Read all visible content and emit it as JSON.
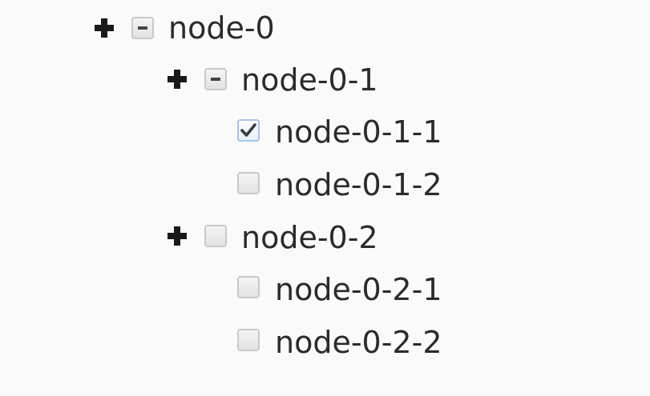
{
  "tree": {
    "nodes": [
      {
        "label": "node-0",
        "depth": 0,
        "has_expander": true,
        "expander_icon": "plus-icon",
        "checkbox_state": "indeterminate"
      },
      {
        "label": "node-0-1",
        "depth": 1,
        "has_expander": true,
        "expander_icon": "plus-icon",
        "checkbox_state": "indeterminate"
      },
      {
        "label": "node-0-1-1",
        "depth": 2,
        "has_expander": false,
        "checkbox_state": "checked"
      },
      {
        "label": "node-0-1-2",
        "depth": 2,
        "has_expander": false,
        "checkbox_state": "unchecked"
      },
      {
        "label": "node-0-2",
        "depth": 1,
        "has_expander": true,
        "expander_icon": "plus-icon",
        "checkbox_state": "unchecked"
      },
      {
        "label": "node-0-2-1",
        "depth": 2,
        "has_expander": false,
        "checkbox_state": "unchecked"
      },
      {
        "label": "node-0-2-2",
        "depth": 2,
        "has_expander": false,
        "checkbox_state": "unchecked"
      }
    ]
  },
  "colors": {
    "text": "#2b2b2b",
    "checkbox_border": "#c8c8c8",
    "checkbox_checked_border": "#a6c4e8",
    "checkmark": "#3a3a3a",
    "expander": "#1a1a1a",
    "background": "#fafafa"
  }
}
